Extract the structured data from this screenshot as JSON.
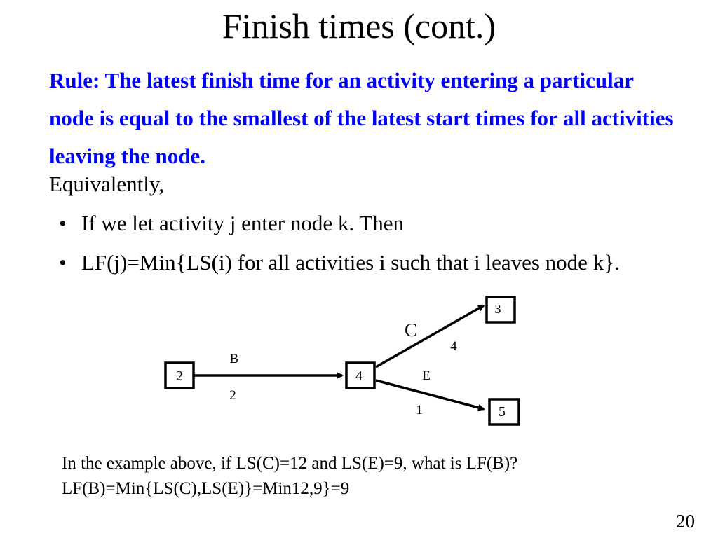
{
  "slide": {
    "title": "Finish times (cont.)",
    "rule": "Rule: The latest finish time for an activity entering a particular node is equal to the smallest of the latest start times for all activities leaving the node.",
    "equivalently": "Equivalently,",
    "bullets": [
      "If we let activity j enter node k. Then",
      "LF(j)=Min{LS(i) for all activities i such that i leaves node k}."
    ],
    "bullet_symbol": "•",
    "example_question": "In the example above, if LS(C)=12 and LS(E)=9, what is LF(B)?",
    "example_answer": "LF(B)=Min{LS(C),LS(E)}=Min12,9}=9",
    "slide_number": "20"
  },
  "network": {
    "nodes": {
      "n2": "2",
      "n4": "4",
      "n3": "3",
      "n5": "5"
    },
    "activities": {
      "B": {
        "name": "B",
        "duration": "2"
      },
      "C": {
        "name": "C",
        "duration": "4"
      },
      "E": {
        "name": "E",
        "duration": "1"
      }
    }
  }
}
